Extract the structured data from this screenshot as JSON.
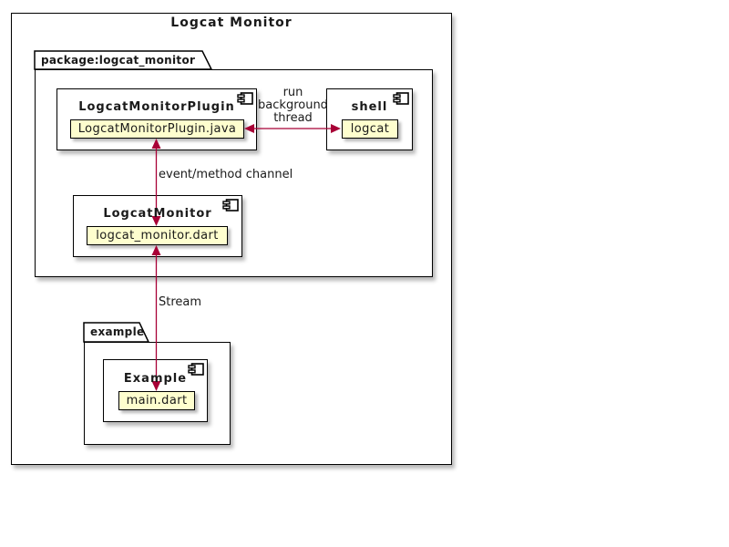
{
  "colors": {
    "arrow": "#A80036",
    "artifact_fill": "#FEFECE",
    "border": "#000000",
    "canvas": "#FFFFFF"
  },
  "frame": {
    "title": "Logcat Monitor"
  },
  "packages": {
    "logcat_monitor": {
      "label": "package:logcat_monitor"
    },
    "example": {
      "label": "example"
    }
  },
  "components": {
    "plugin": {
      "name": "LogcatMonitorPlugin",
      "artifact": "LogcatMonitorPlugin.java"
    },
    "shell": {
      "name": "shell",
      "artifact": "logcat"
    },
    "monitor": {
      "name": "LogcatMonitor",
      "artifact": "logcat_monitor.dart"
    },
    "example": {
      "name": "Example",
      "artifact": "main.dart"
    }
  },
  "edges": {
    "run_background_thread": {
      "label_lines": [
        "run",
        "background",
        "thread"
      ]
    },
    "event_method_channel": {
      "label": "event/method channel"
    },
    "stream": {
      "label": "Stream"
    }
  }
}
